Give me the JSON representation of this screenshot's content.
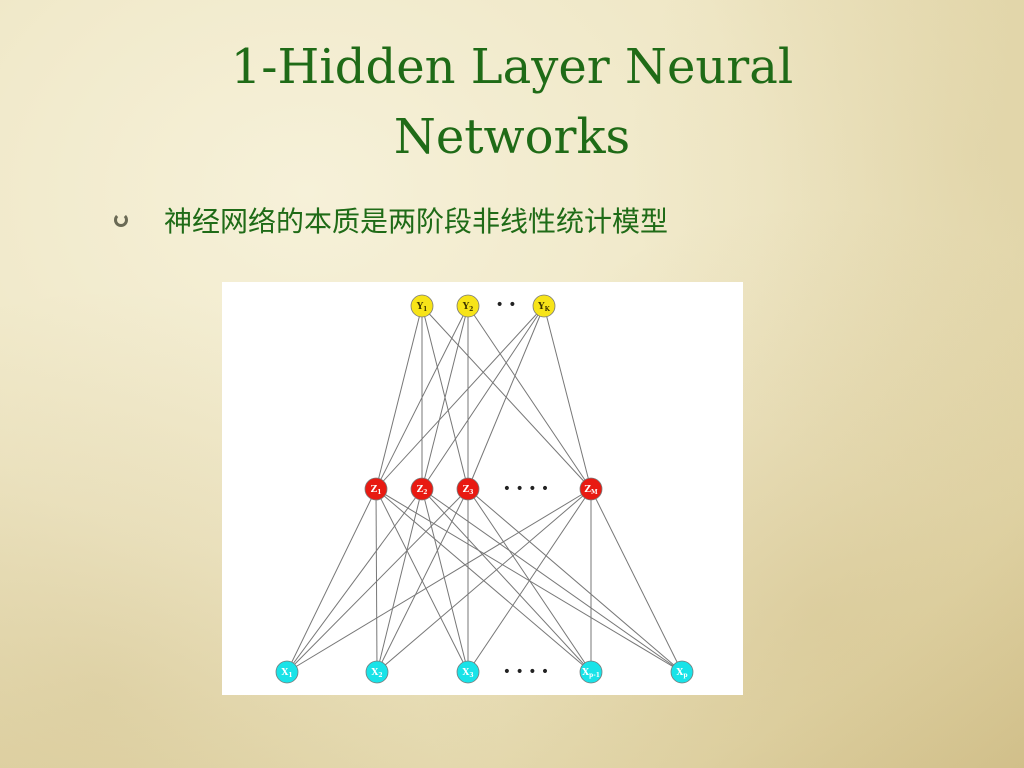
{
  "slide": {
    "title_line1": "1-Hidden Layer Neural",
    "title_line2": "Networks",
    "bullet": "神经网络的本质是两阶段非线性统计模型"
  },
  "diagram": {
    "outputs": [
      "Y1",
      "Y2",
      "YK"
    ],
    "hidden": [
      "Z1",
      "Z2",
      "Z3",
      "ZM"
    ],
    "inputs": [
      "X1",
      "X2",
      "X3",
      "Xp-1",
      "Xp"
    ],
    "ellipsis_top": "• •",
    "ellipsis_hidden": "• • • •",
    "ellipsis_bottom": "• • • •",
    "colors": {
      "output": "#f7e419",
      "hidden": "#e81a12",
      "input": "#19e3e8",
      "edge": "#777777"
    }
  }
}
